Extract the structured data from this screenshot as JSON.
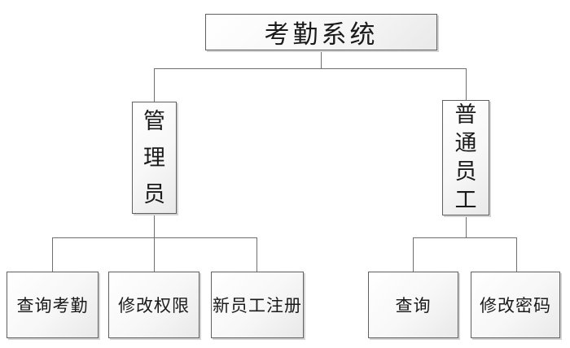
{
  "diagram": {
    "type": "org-tree",
    "root": {
      "label": "考勤系统"
    },
    "branches": [
      {
        "label": "管理员",
        "children": [
          {
            "label": "查询考勤"
          },
          {
            "label": "修改权限"
          },
          {
            "label": "新员工注册"
          }
        ]
      },
      {
        "label": "普通员工",
        "children": [
          {
            "label": "查询"
          },
          {
            "label": "修改密码"
          }
        ]
      }
    ],
    "colors": {
      "background": "#ffffff",
      "box_border": "#606060",
      "box_fill_top": "#ffffff",
      "box_fill_bottom": "#e9e9e9",
      "box_shadow": "#d4d4d4",
      "connector": "#6f6f6f",
      "text": "#1a1a1a"
    }
  }
}
